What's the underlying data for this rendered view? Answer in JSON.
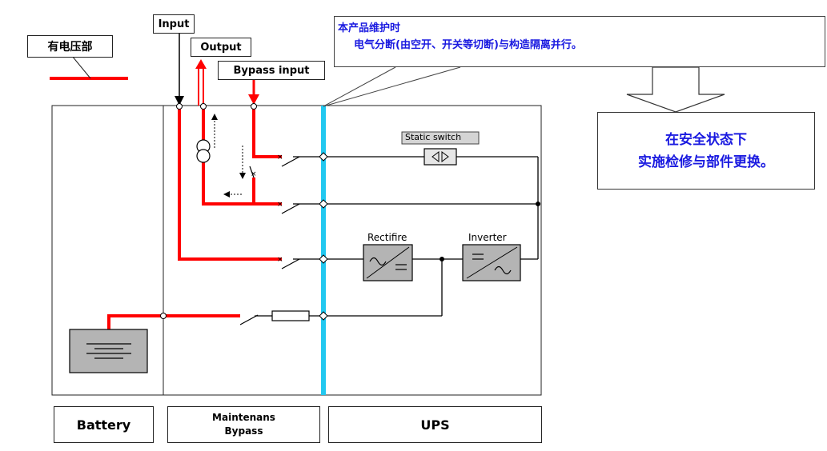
{
  "legend": {
    "label": "有电压部"
  },
  "labels": {
    "input": "Input",
    "output": "Output",
    "bypass_input": "Bypass input",
    "static_switch": "Static switch",
    "rectifier": "Rectifire",
    "inverter": "Inverter"
  },
  "note": {
    "line1": "本产品维护时",
    "line2": "电气分断(由空开、开关等切断)与构造隔离并行。"
  },
  "safe_box": {
    "line1": "在安全状态下",
    "line2": "实施检修与部件更换。"
  },
  "sections": {
    "battery": "Battery",
    "maintenance_line1": "Maintenans",
    "maintenance_line2": "Bypass",
    "ups": "UPS"
  },
  "colors": {
    "live": "#ff0000",
    "isolation": "#22c8f0",
    "note_text": "#1a1ae0",
    "component_fill": "#b4b4b4"
  }
}
